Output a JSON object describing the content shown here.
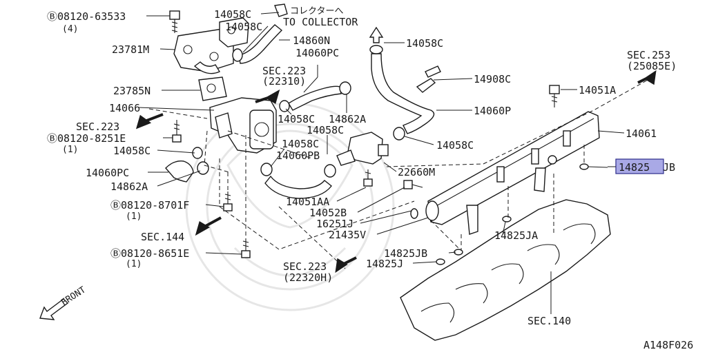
{
  "callouts": {
    "bolt_08120_63533": "Ⓑ08120-63533",
    "bolt_08120_63533_qty": "(4)",
    "p23781M": "23781M",
    "p23785N": "23785N",
    "p14066": "14066",
    "sec223_left": "SEC.223",
    "bolt_08120_8251E": "Ⓑ08120-8251E",
    "bolt_08120_8251E_qty": "(1)",
    "p14058C_left": "14058C",
    "p14060PC_left": "14060PC",
    "p14862A_left": "14862A",
    "bolt_08120_8701F": "Ⓑ08120-8701F",
    "bolt_08120_8701F_qty": "(1)",
    "sec144": "SEC.144",
    "bolt_08120_8651E": "Ⓑ08120-8651E",
    "bolt_08120_8651E_qty": "(1)",
    "front": "FRONT",
    "p14058C_top": "14058C",
    "p14058C_top2": "14058C",
    "collector_jp": "コレクターへ",
    "collector_en": "TO COLLECTOR",
    "p14860N": "14860N",
    "p14060PC_top": "14060PC",
    "sec223_mid": "SEC.223",
    "sec223_mid_ref": "(22310)",
    "p14058C_mid": "14058C",
    "p14862A_mid": "14862A",
    "p14058C_mid2": "14058C",
    "p14058C_mid3": "14058C",
    "p14060PB": "14060PB",
    "p14058C_right_top": "14058C",
    "p14908C": "14908C",
    "p14060P": "14060P",
    "p14058C_right": "14058C",
    "sec253": "SEC.253",
    "sec253_ref": "(25085E)",
    "p14051A": "14051A",
    "p14061": "14061",
    "p14825JB_highlight": "14825",
    "p14825JB_suffix": "JB",
    "p22660M": "22660M",
    "p14051AA": "14051AA",
    "p14052B": "14052B",
    "p16251J": "16251J",
    "p21435V": "21435V",
    "p14825JB_lower": "14825JB",
    "p14825JA": "14825JA",
    "p14825J": "14825J",
    "sec223_bottom": "SEC.223",
    "sec223_bottom_ref": "(22320H)",
    "sec140": "SEC.140",
    "diagram_code": "A148F026"
  },
  "colors": {
    "ink": "#1a1a1a",
    "highlight_fill": "#a9a9e6",
    "highlight_stroke": "#2d2d8a",
    "watermark": "#e6e6e6"
  }
}
